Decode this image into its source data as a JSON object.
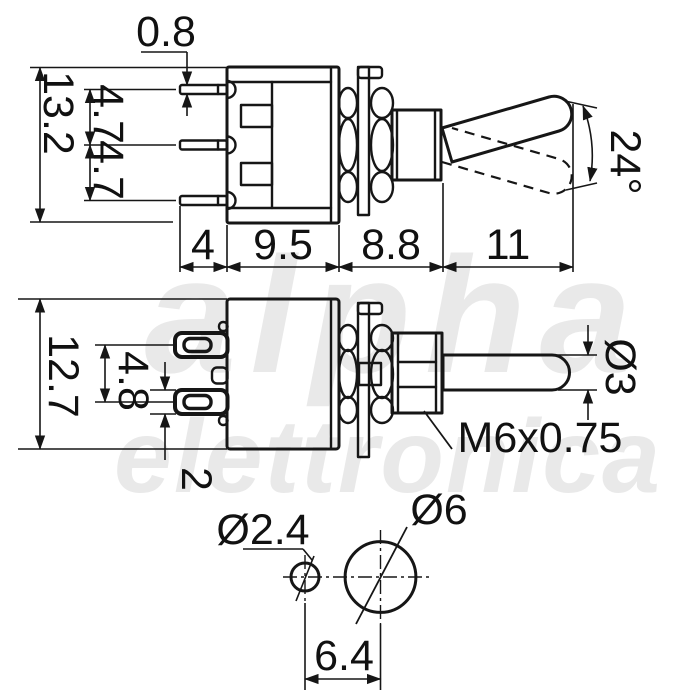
{
  "watermark": {
    "line1": "alpha",
    "line2": "elettronica"
  },
  "side_view": {
    "dim_pin_thickness": "0.8",
    "dim_body_height": "13.2",
    "dim_pin_gap_upper": "4.7",
    "dim_pin_gap_lower": "4.7",
    "dim_pin_length": "4",
    "dim_body_length": "9.5",
    "dim_neck_length": "8.8",
    "dim_lever_length": "11",
    "angle_label": "24°"
  },
  "front_view": {
    "dim_body_height": "12.7",
    "dim_terminal_pitch": "4.8",
    "dim_terminal_thickness": "2",
    "dim_lever_diameter": "Ø3",
    "thread_label": "M6x0.75"
  },
  "panel_view": {
    "dim_small_hole": "Ø2.4",
    "dim_large_hole": "Ø6",
    "dim_hole_spacing": "6.4"
  },
  "colors": {
    "line": "#161616",
    "background": "#ffffff",
    "watermark": "#e9e9e9"
  }
}
